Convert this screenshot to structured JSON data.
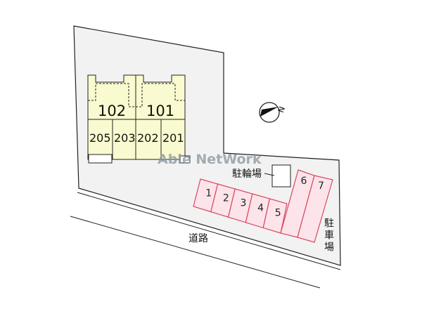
{
  "building": {
    "units_ground": [
      "102",
      "101"
    ],
    "units_upper": [
      "205",
      "203",
      "202",
      "201"
    ]
  },
  "parking": {
    "label": "駐車場",
    "spaces": [
      "1",
      "2",
      "3",
      "4",
      "5",
      "6",
      "7"
    ]
  },
  "bicycle_parking": {
    "label": "駐輪場"
  },
  "road": {
    "label": "道路"
  },
  "compass": {
    "north_label": "N"
  },
  "watermark": "Able NetWork",
  "colors": {
    "lot": "#f2f2f2",
    "building": "#fafad0",
    "parking_fill": "#fde4ea",
    "parking_stroke": "#d9485f"
  }
}
